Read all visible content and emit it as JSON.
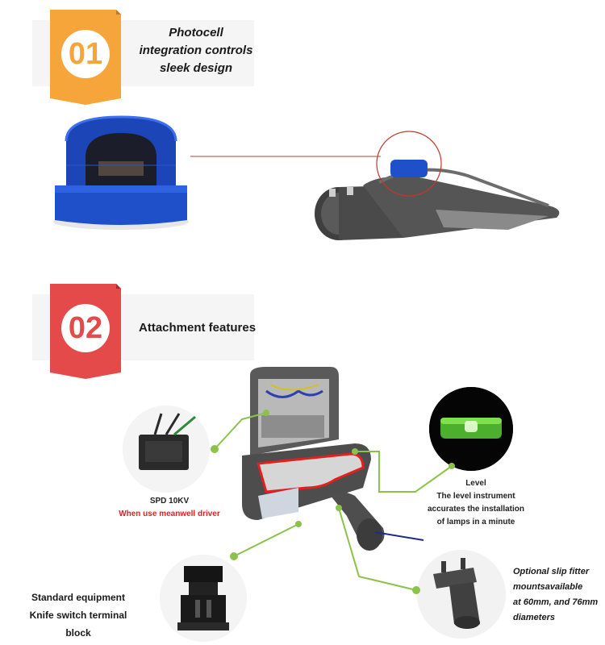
{
  "section1": {
    "number": "01",
    "lines": [
      "Photocell",
      "integration controls",
      "sleek design"
    ]
  },
  "section2": {
    "number": "02",
    "title": "Attachment features"
  },
  "callouts": {
    "spd": {
      "title": "SPD 10KV",
      "subtitle": "When use meanwell driver"
    },
    "level": {
      "lines": [
        "Level",
        "The level instrument",
        "accurates the installation",
        "of lamps in a minute"
      ]
    },
    "standard": {
      "lines": [
        "Standard equipment",
        "Knife switch terminal block"
      ]
    },
    "optional": {
      "lines": [
        "Optional slip fitter",
        "mountsavailable",
        "at 60mm, and 76mm",
        "diameters"
      ]
    }
  },
  "colors": {
    "orange": "#f5a53a",
    "red": "#e44a4a",
    "green": "#8bc34a",
    "photocell_blue": "#1f4fc9",
    "housing": "#4a4a4a"
  }
}
